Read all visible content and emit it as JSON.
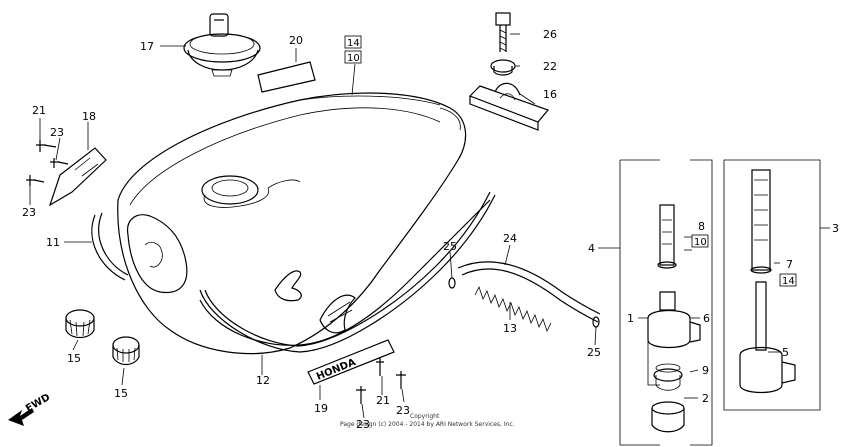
{
  "diagram": {
    "labels": {
      "l17": "17",
      "l20": "20",
      "l14a": "14",
      "l10a": "10",
      "l26": "26",
      "l22": "22",
      "l16": "16",
      "l21a": "21",
      "l18": "18",
      "l23a": "23",
      "l23b": "23",
      "l11": "11",
      "l25a": "25",
      "l24": "24",
      "l13": "13",
      "l25b": "25",
      "l4": "4",
      "l3": "3",
      "l8": "8",
      "l10b": "10",
      "l7": "7",
      "l14b": "14",
      "l1": "1",
      "l6": "6",
      "l5": "5",
      "l9": "9",
      "l2": "2",
      "l15a": "15",
      "l15b": "15",
      "l12": "12",
      "l19": "19",
      "l21b": "21",
      "l23c": "23",
      "l23d": "23"
    },
    "fwd": "FWD",
    "emblem_text": "HONDA",
    "copyright_line1": "Copyright",
    "copyright_line2": "Page design (c) 2004 - 2014 by ARI Network Services, Inc."
  }
}
